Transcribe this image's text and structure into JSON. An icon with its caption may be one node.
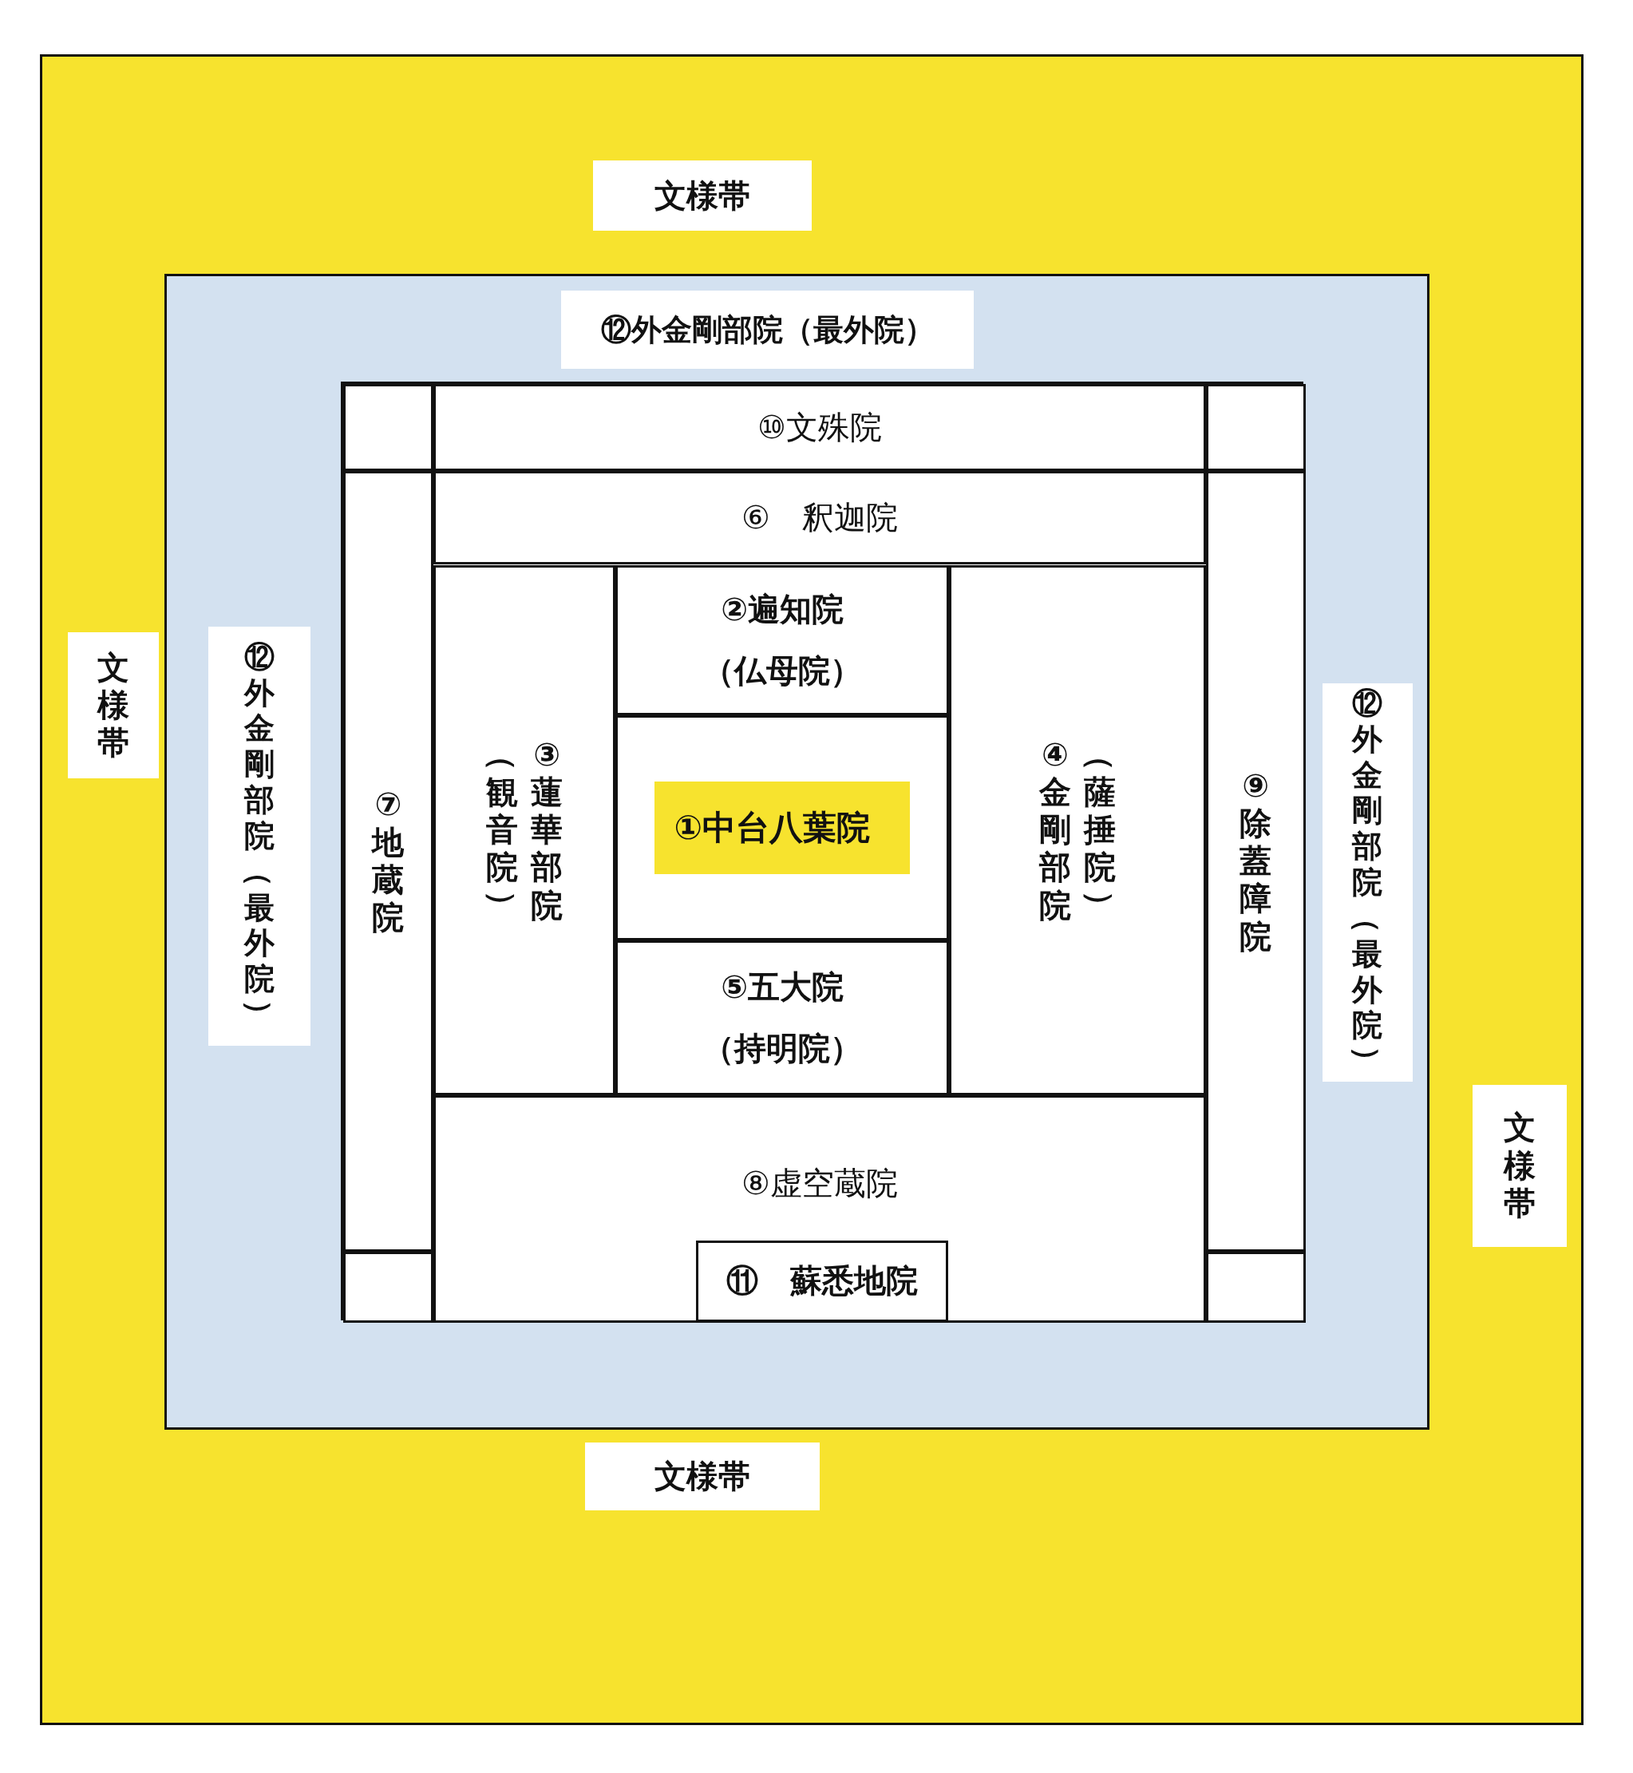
{
  "diagram": {
    "nodes": [
      {
        "text": [],
        "shape": "box"
      },
      {
        "text": [
          "文様帯"
        ],
        "in": 0
      },
      {
        "text": [
          "文様帯"
        ],
        "in": 0
      },
      {
        "text": [
          "文様帯"
        ],
        "in": 0
      },
      {
        "text": [
          "文様帯"
        ],
        "in": 0
      },
      {
        "text": [],
        "shape": "box",
        "in": 0
      },
      {
        "text": [
          "⑫外金剛部院（最外院）"
        ],
        "in": 5
      },
      {
        "text": [
          "⑫外金剛部院（最外院）"
        ],
        "in": 5
      },
      {
        "text": [
          "⑫外金剛部院（最外院）"
        ],
        "in": 5
      },
      {
        "text": [],
        "shape": "box",
        "in": 5
      },
      {
        "text": [
          "⑩文殊院"
        ],
        "in": 9
      },
      {
        "text": [
          "⑥　釈迦院"
        ],
        "in": 9
      },
      {
        "text": [
          "⑦地蔵院"
        ],
        "in": 9
      },
      {
        "text": [
          "③蓮華部院",
          "（観音院）"
        ],
        "in": 9
      },
      {
        "text": [
          "②遍知院",
          "（仏母院）"
        ],
        "in": 9
      },
      {
        "text": [
          "①中台八葉院"
        ],
        "in": 9
      },
      {
        "text": [
          "⑤五大院",
          "（持明院）"
        ],
        "in": 9
      },
      {
        "text": [
          "④金剛部院",
          "（薩捶院）"
        ],
        "in": 9
      },
      {
        "text": [
          "⑨除蓋障院"
        ],
        "in": 9
      },
      {
        "text": [
          "⑧虚空蔵院"
        ],
        "in": 9
      },
      {
        "text": [
          "⑪　蘇悉地院"
        ],
        "in": 19
      }
    ]
  }
}
